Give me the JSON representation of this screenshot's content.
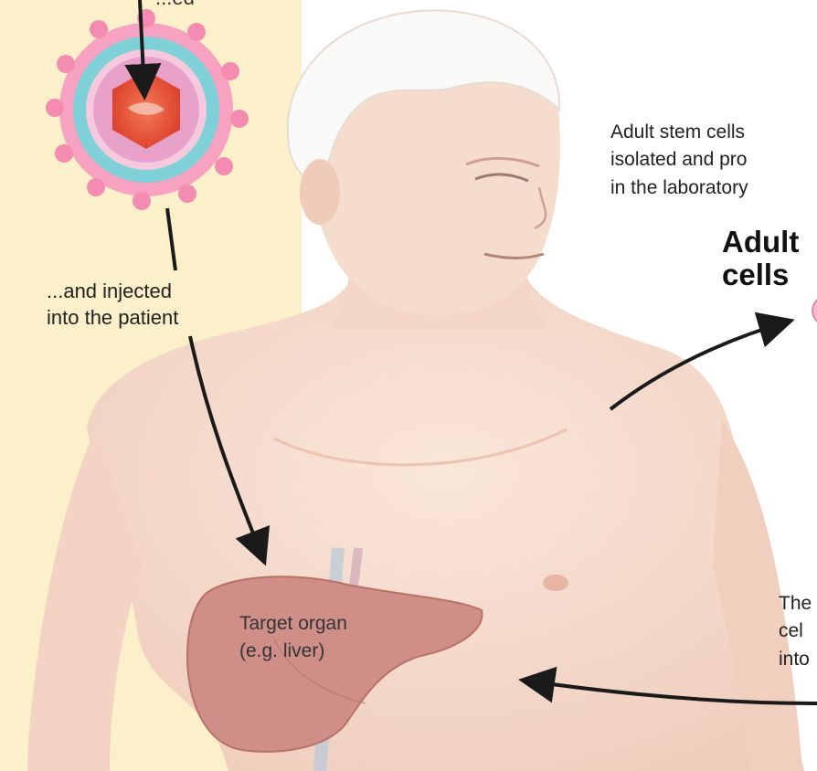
{
  "colors": {
    "background_left": "#fbf0c9",
    "skin": "#f6dccd",
    "skin_shadow": "#ecc3b0",
    "hair": "#f9f9f7",
    "liver": "#cf8f88",
    "virus_outer": "#f48cb1",
    "virus_ring": "#7fd0d7",
    "virus_core": "#e64d35",
    "arrow": "#1a1a1a"
  },
  "labels": {
    "top_fragment": "...ed",
    "injected": [
      "...and injected",
      "into the patient"
    ],
    "adult_isolated": [
      "Adult stem cells",
      "isolated and pro",
      "in the laboratory"
    ],
    "adult_heading": [
      "Adult",
      "cells"
    ],
    "target_organ": [
      "Target organ",
      "(e.g. liver)"
    ],
    "the_cells": [
      "The",
      "cel",
      "into"
    ]
  },
  "icons": [
    "virus-particle-icon",
    "liver-icon",
    "human-torso-illustration"
  ]
}
